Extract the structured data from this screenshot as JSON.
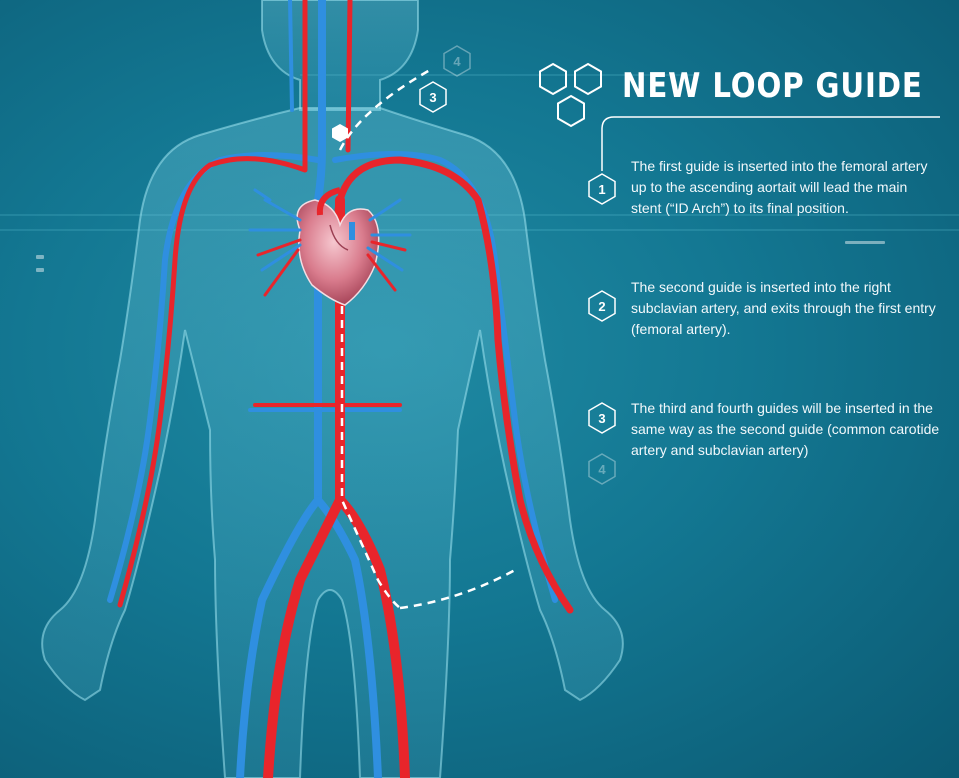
{
  "title": "NEW LOOP GUIDE",
  "icon": "hexagon-cluster-icon",
  "steps": [
    {
      "number": "1",
      "text": "The first guide is inserted into the femoral artery up to the ascending aortait will lead the main stent (“ID Arch”) to its final position."
    },
    {
      "number": "2",
      "text": "The second guide is inserted into the right subclavian artery, and exits through the first entry (femoral artery)."
    },
    {
      "number": "3",
      "text": "The third and fourth guides will be inserted in the same way as the second guide (common carotide artery and subclavian artery)"
    }
  ],
  "secondary_number": "4",
  "diagram_markers": [
    "3",
    "4"
  ],
  "colors": {
    "background": "#137792",
    "artery": "#e8252b",
    "vein": "#2f8fe0",
    "text": "#ffffff"
  }
}
